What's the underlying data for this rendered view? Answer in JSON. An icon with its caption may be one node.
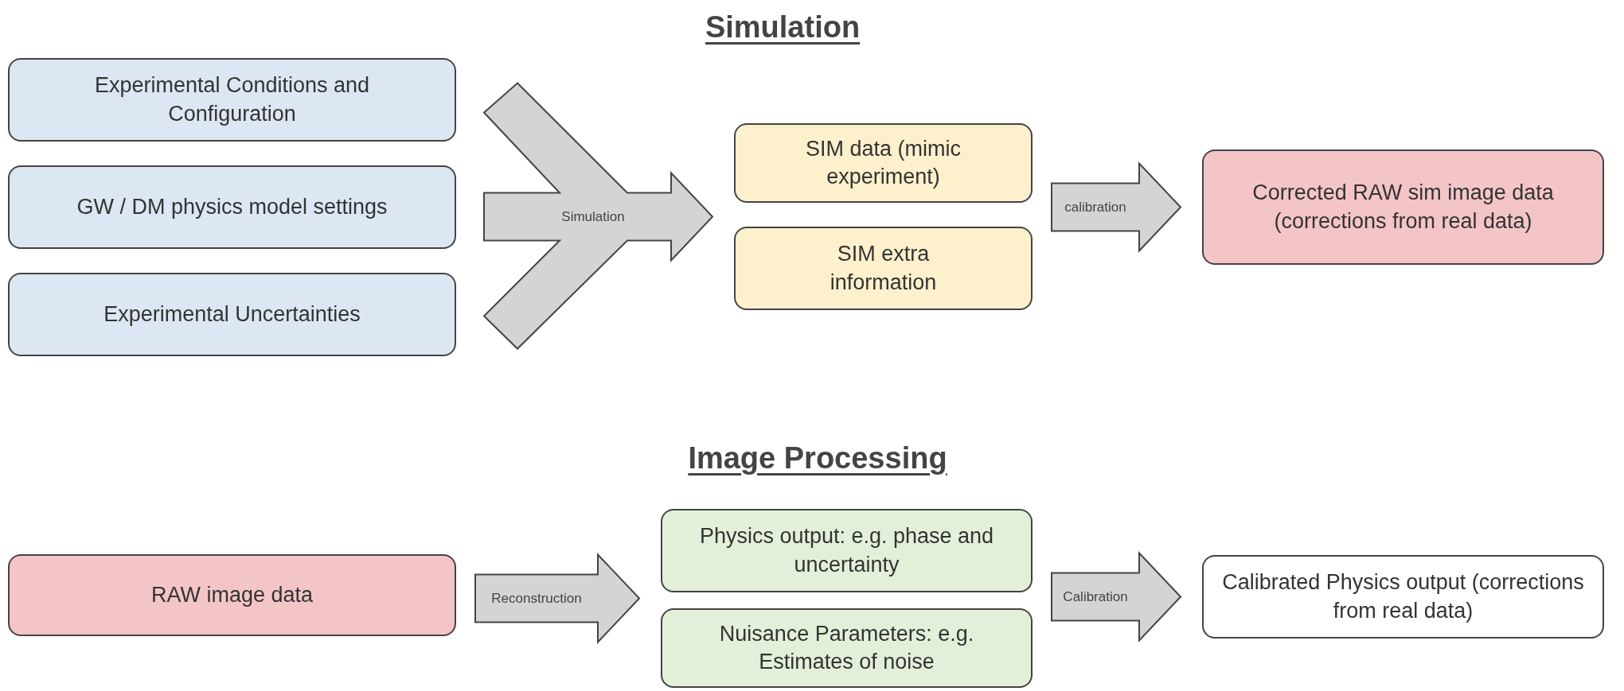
{
  "diagram": {
    "nodes": [
      {
        "text": [
          "Experimental Conditions and Configuration"
        ]
      },
      {
        "text": [
          "GW / DM physics model settings"
        ]
      },
      {
        "text": [
          "Experimental Uncertainties"
        ]
      },
      {
        "text": [
          "SIM data (mimic experiment)"
        ]
      },
      {
        "text": [
          "SIM extra information"
        ]
      },
      {
        "text": [
          "Corrected RAW sim image data (corrections from real data)"
        ]
      },
      {
        "text": [
          "RAW image data"
        ]
      },
      {
        "text": [
          "Physics output: e.g. phase and uncertainty"
        ]
      },
      {
        "text": [
          "Nuisance Parameters: e.g. Estimates of noise"
        ]
      },
      {
        "text": [
          "Calibrated Physics output (corrections from real data)"
        ]
      }
    ],
    "edges": [
      {
        "from": 0,
        "to": 3,
        "arrow": "to"
      },
      {
        "from": 0,
        "to": 4,
        "arrow": "to"
      },
      {
        "from": 1,
        "to": 3,
        "arrow": "to",
        "label": "Simulation"
      },
      {
        "from": 1,
        "to": 4,
        "arrow": "to"
      },
      {
        "from": 2,
        "to": 3,
        "arrow": "to"
      },
      {
        "from": 2,
        "to": 4,
        "arrow": "to"
      },
      {
        "from": 3,
        "to": 5,
        "arrow": "to",
        "label": "calibration"
      },
      {
        "from": 4,
        "to": 5,
        "arrow": "to"
      },
      {
        "from": 6,
        "to": 7,
        "arrow": "to",
        "label": "Reconstruction"
      },
      {
        "from": 6,
        "to": 8,
        "arrow": "to"
      },
      {
        "from": 7,
        "to": 9,
        "arrow": "to",
        "label": "Calibration"
      },
      {
        "from": 8,
        "to": 9,
        "arrow": "to"
      }
    ],
    "labels": [
      "Simulation",
      "Image Processing"
    ]
  }
}
